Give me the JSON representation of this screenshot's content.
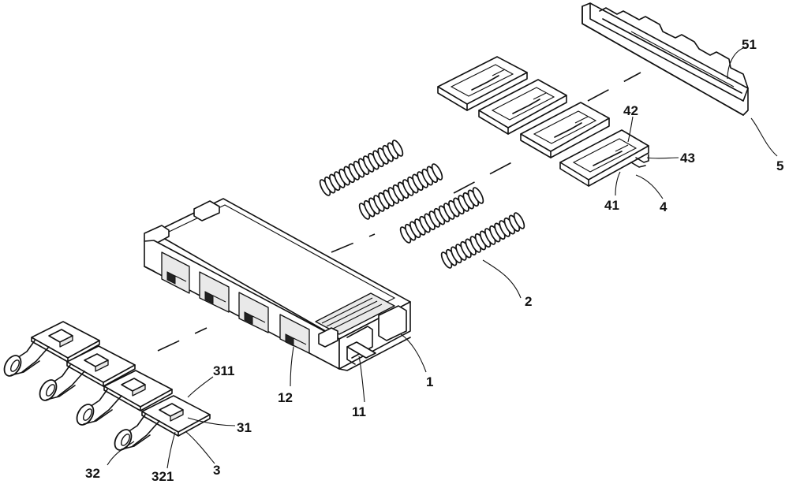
{
  "labels": {
    "l51": "51",
    "l5": "5",
    "l42": "42",
    "l43": "43",
    "l41": "41",
    "l4": "4",
    "l2": "2",
    "l1": "1",
    "l11": "11",
    "l12": "12",
    "l311": "311",
    "l31": "31",
    "l3": "3",
    "l321": "321",
    "l32": "32"
  },
  "parts": {
    "spring_count": 4,
    "terminal_count": 4,
    "contact_plate_count": 4
  }
}
